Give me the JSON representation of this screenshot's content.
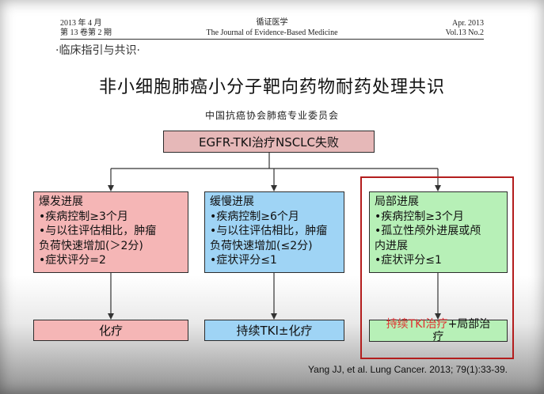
{
  "journal": {
    "left_line1": "2013 年 4 月",
    "left_line2": "第 13 卷第 2 期",
    "center_line1": "循证医学",
    "center_line2": "The Journal of Evidence-Based Medicine",
    "right_line1": "Apr. 2013",
    "right_line2": "Vol.13   No.2"
  },
  "section_tag": "·临床指引与共识·",
  "title": "非小细胞肺癌小分子靶向药物耐药处理共识",
  "author": "中国抗癌协会肺癌专业委员会",
  "flowchart": {
    "top": "EGFR-TKI治疗NSCLC失败",
    "branches": [
      {
        "heading": "爆发进展",
        "lines": [
          "•疾病控制≥3个月",
          "•与以往评估相比，肿瘤",
          "负荷快速增加(＞2分)",
          "•症状评分=2"
        ],
        "action": "化疗",
        "color": "#f5b6b6"
      },
      {
        "heading": "缓慢进展",
        "lines": [
          "•疾病控制≥6个月",
          "•与以往评估相比，肿瘤",
          "负荷快速增加(≤2分)",
          "•症状评分≤1"
        ],
        "action": "持续TKI±化疗",
        "color": "#9fd4f5"
      },
      {
        "heading": "局部进展",
        "lines": [
          "•疾病控制≥3个月",
          "•孤立性颅外进展或颅",
          "内进展",
          "•症状评分≤1"
        ],
        "action_red": "持续TKI治疗",
        "action_rest_line1": "+局部治",
        "action_rest_line2": "疗",
        "color": "#b7f0b7",
        "highlight_color": "#b31d1d"
      }
    ]
  },
  "citation": "Yang JJ, et al. Lung Cancer. 2013; 79(1):33-39."
}
